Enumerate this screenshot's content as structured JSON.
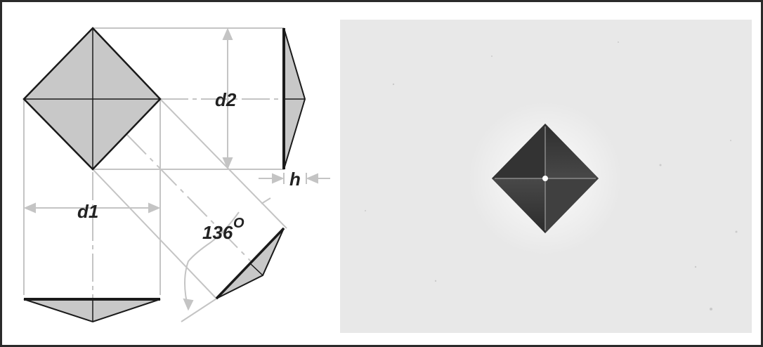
{
  "labels": {
    "d2": "d2",
    "d1": "d1",
    "h": "h",
    "angle": "136",
    "degree_symbol": "O"
  },
  "colors": {
    "frame": "#2a2a2a",
    "face_fill": "#c8c8c8",
    "construction_line": "#c4c4c4",
    "outline": "#1a1a1a",
    "photo_background": "#e8e8e8",
    "indent_dark": "#3a3a3a"
  }
}
